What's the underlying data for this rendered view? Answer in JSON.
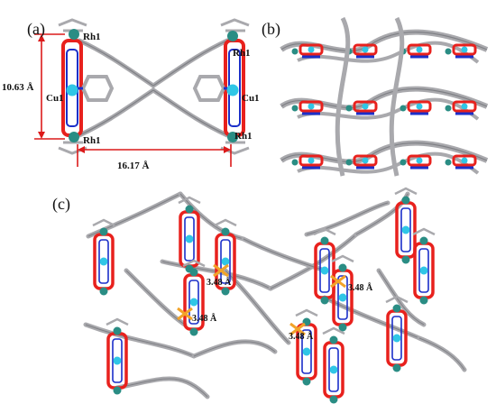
{
  "panels": {
    "a": "(a)",
    "b": "(b)",
    "c": "(c)"
  },
  "atom_labels": {
    "rh_top_left": "Rh1",
    "rh_top_right": "Rh1",
    "cu_left": "Cu1",
    "cu_right": "Cu1",
    "rh_bottom_left": "Rh1",
    "rh_bottom_right": "Rh1"
  },
  "measurements": {
    "height": "10.63 Å",
    "width": "16.17 Å"
  },
  "contacts": {
    "c1": "3.48 Å",
    "c2": "3.48 Å",
    "c3": "3.48 Å",
    "c4": "3.48 Å"
  },
  "colors": {
    "carbon": "#a9a9ad",
    "carbon_dark": "#7f8085",
    "oxygen": "#e8211d",
    "nitrogen": "#1b2fc9",
    "rhodium": "#2a8d84",
    "copper": "#2fc6e6",
    "sulfur": "#f2a329",
    "dimension": "#dc1a1a"
  }
}
